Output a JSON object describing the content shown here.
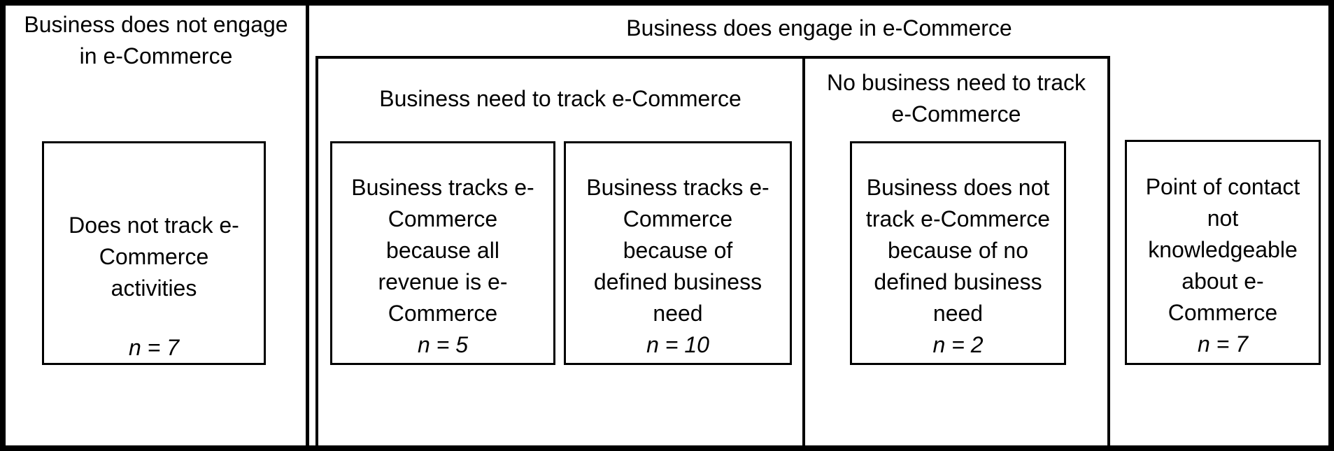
{
  "diagram": {
    "colors": {
      "border": "#000000",
      "background": "#ffffff",
      "text": "#000000"
    },
    "left_section": {
      "title_lines": [
        "Business does not engage",
        "in e-Commerce"
      ],
      "box": {
        "lines": [
          "Does not track e-",
          "Commerce",
          "activities"
        ],
        "n_label": "n = 7"
      }
    },
    "right_section": {
      "title": "Business does engage in e-Commerce",
      "groups": [
        {
          "title_lines": [
            "Business need to track e-Commerce"
          ],
          "boxes": [
            {
              "lines": [
                "Business tracks e-",
                "Commerce",
                "because all",
                "revenue is e-",
                "Commerce"
              ],
              "n_label": "n = 5"
            },
            {
              "lines": [
                "Business tracks e-",
                "Commerce",
                "because of",
                "defined business",
                "need"
              ],
              "n_label": "n = 10"
            }
          ]
        },
        {
          "title_lines": [
            "No business need to track",
            "e-Commerce"
          ],
          "boxes": [
            {
              "lines": [
                "Business does not",
                "track e-Commerce",
                "because of no",
                "defined business",
                "need"
              ],
              "n_label": "n = 2"
            }
          ]
        }
      ],
      "outside_box": {
        "lines": [
          "Point of contact",
          "not",
          "knowledgeable",
          "about e-",
          "Commerce"
        ],
        "n_label": "n = 7"
      }
    }
  }
}
